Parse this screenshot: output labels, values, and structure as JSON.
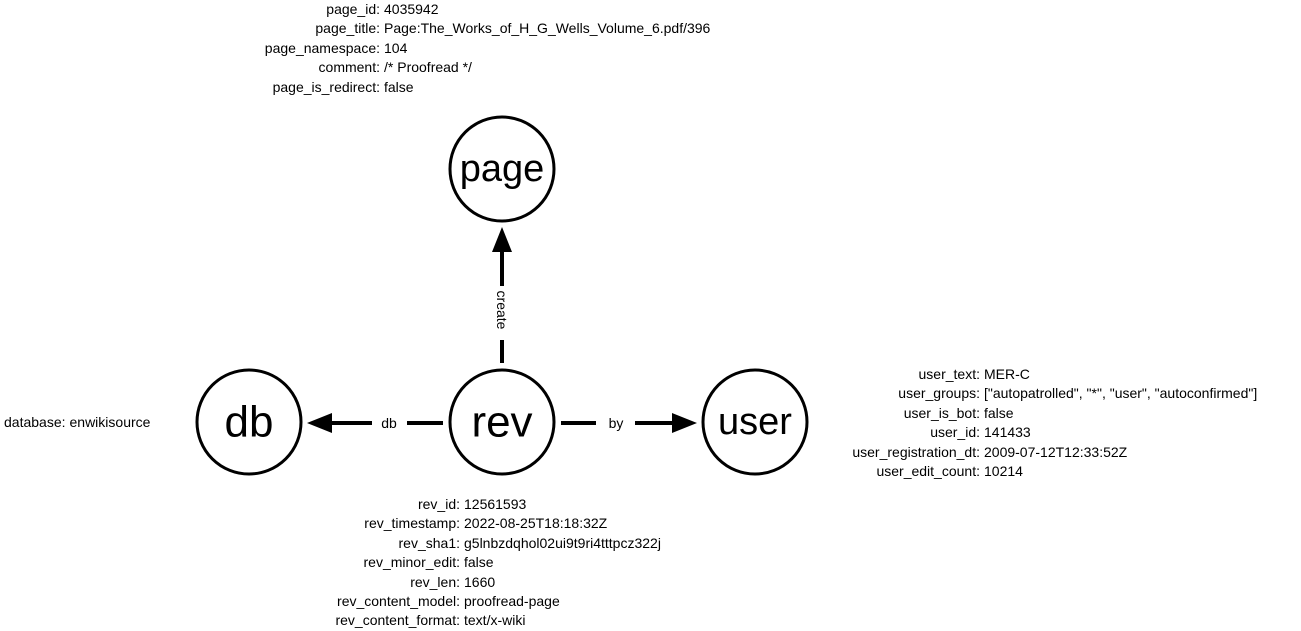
{
  "nodes": {
    "page": "page",
    "db": "db",
    "rev": "rev",
    "user": "user"
  },
  "edges": {
    "create": "create",
    "db": "db",
    "by": "by"
  },
  "page_attrs": [
    {
      "key": "page_id:",
      "value": "4035942"
    },
    {
      "key": "page_title:",
      "value": "Page:The_Works_of_H_G_Wells_Volume_6.pdf/396"
    },
    {
      "key": "page_namespace:",
      "value": "104"
    },
    {
      "key": "comment:",
      "value": "/* Proofread */"
    },
    {
      "key": "page_is_redirect:",
      "value": "false"
    }
  ],
  "db_attrs": [
    {
      "key": "database:",
      "value": "enwikisource"
    }
  ],
  "user_attrs": [
    {
      "key": "user_text:",
      "value": "MER-C"
    },
    {
      "key": "user_groups:",
      "value": "[\"autopatrolled\", \"*\", \"user\", \"autoconfirmed\"]"
    },
    {
      "key": "user_is_bot:",
      "value": "false"
    },
    {
      "key": "user_id:",
      "value": "141433"
    },
    {
      "key": "user_registration_dt:",
      "value": "2009-07-12T12:33:52Z"
    },
    {
      "key": "user_edit_count:",
      "value": "10214"
    }
  ],
  "rev_attrs": [
    {
      "key": "rev_id:",
      "value": "12561593"
    },
    {
      "key": "rev_timestamp:",
      "value": "2022-08-25T18:18:32Z"
    },
    {
      "key": "rev_sha1:",
      "value": "g5lnbzdqhol02ui9t9ri4tttpcz322j"
    },
    {
      "key": "rev_minor_edit:",
      "value": "false"
    },
    {
      "key": "rev_len:",
      "value": "1660"
    },
    {
      "key": "rev_content_model:",
      "value": "proofread-page"
    },
    {
      "key": "rev_content_format:",
      "value": "text/x-wiki"
    }
  ]
}
